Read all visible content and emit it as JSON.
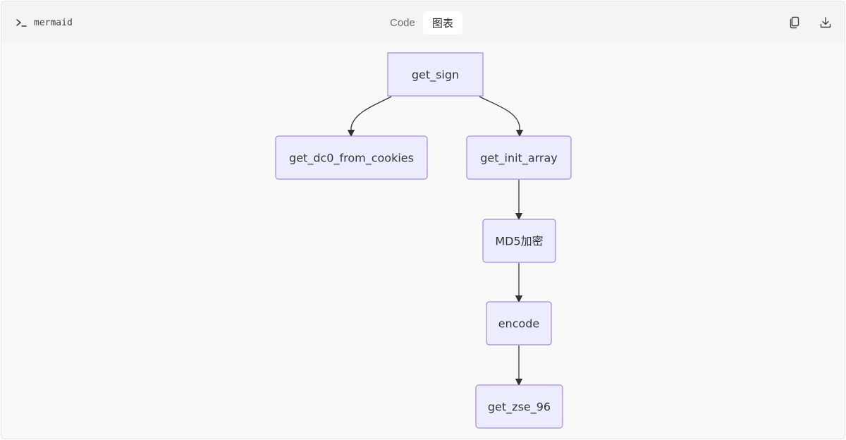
{
  "header": {
    "language_label": "mermaid",
    "tabs": [
      {
        "label": "Code",
        "active": false
      },
      {
        "label": "图表",
        "active": true
      }
    ],
    "copy_icon": "copy-icon",
    "download_icon": "download-icon"
  },
  "diagram": {
    "type": "flowchart",
    "nodes": [
      {
        "id": "get_sign",
        "label": "get_sign"
      },
      {
        "id": "get_dc0_from_cookies",
        "label": "get_dc0_from_cookies"
      },
      {
        "id": "get_init_array",
        "label": "get_init_array"
      },
      {
        "id": "md5",
        "label": "MD5加密"
      },
      {
        "id": "encode",
        "label": "encode"
      },
      {
        "id": "get_zse_96",
        "label": "get_zse_96"
      }
    ],
    "edges": [
      {
        "from": "get_sign",
        "to": "get_dc0_from_cookies"
      },
      {
        "from": "get_sign",
        "to": "get_init_array"
      },
      {
        "from": "get_init_array",
        "to": "md5"
      },
      {
        "from": "md5",
        "to": "encode"
      },
      {
        "from": "encode",
        "to": "get_zse_96"
      }
    ],
    "colors": {
      "node_fill": "#ececff",
      "node_stroke": "#9370db",
      "edge": "#333333",
      "text": "#333333"
    }
  }
}
